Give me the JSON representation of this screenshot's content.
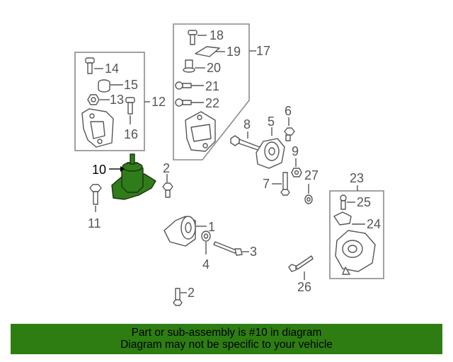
{
  "callouts": {
    "c1": "1",
    "c2a": "2",
    "c2b": "2",
    "c3": "3",
    "c4": "4",
    "c5": "5",
    "c6": "6",
    "c7": "7",
    "c8": "8",
    "c9": "9",
    "c10": "10",
    "c11": "11",
    "c12": "12",
    "c13": "13",
    "c14": "14",
    "c15": "15",
    "c16": "16",
    "c17": "17",
    "c18": "18",
    "c19": "19",
    "c20": "20",
    "c21": "21",
    "c22": "22",
    "c23": "23",
    "c24": "24",
    "c25": "25",
    "c26": "26",
    "c27": "27"
  },
  "highlight": {
    "part_number": "10",
    "color": "#2f7d1a"
  },
  "banner": {
    "line1": "Part or sub-assembly is #10 in diagram",
    "line2": "Diagram may not be specific to your vehicle",
    "background": "#2e7d12"
  }
}
